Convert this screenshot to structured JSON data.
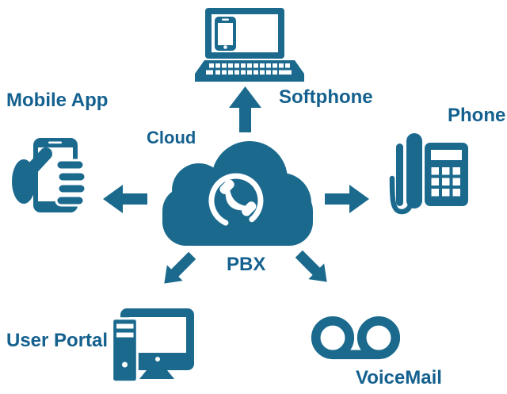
{
  "colors": {
    "icon": "#1B6A8E",
    "label": "#14608E",
    "background": "#FFFFFF"
  },
  "center": {
    "label_top": "Cloud",
    "label_bottom": "PBX",
    "icon": "cloud-phone-icon"
  },
  "nodes": [
    {
      "id": "softphone",
      "label": "Softphone",
      "icon": "laptop-softphone-icon",
      "direction": "up"
    },
    {
      "id": "mobile-app",
      "label": "Mobile App",
      "icon": "hand-smartphone-icon",
      "direction": "left"
    },
    {
      "id": "phone",
      "label": "Phone",
      "icon": "desk-phone-icon",
      "direction": "right"
    },
    {
      "id": "user-portal",
      "label": "User Portal",
      "icon": "desktop-computer-icon",
      "direction": "down-left"
    },
    {
      "id": "voicemail",
      "label": "VoiceMail",
      "icon": "voicemail-reel-icon",
      "direction": "down-right"
    }
  ],
  "arrows": [
    {
      "from": "cloud-pbx",
      "to": "softphone",
      "direction": "up"
    },
    {
      "from": "cloud-pbx",
      "to": "mobile-app",
      "direction": "left"
    },
    {
      "from": "cloud-pbx",
      "to": "phone",
      "direction": "right"
    },
    {
      "from": "cloud-pbx",
      "to": "user-portal",
      "direction": "down-left"
    },
    {
      "from": "cloud-pbx",
      "to": "voicemail",
      "direction": "down-right"
    }
  ]
}
